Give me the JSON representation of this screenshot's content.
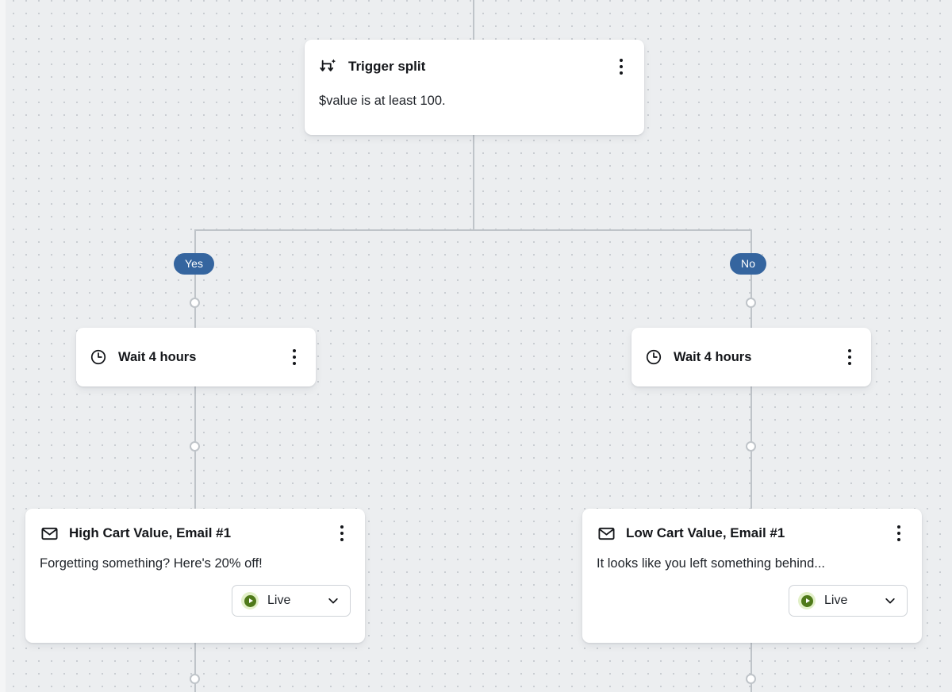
{
  "canvas": {
    "background_color": "#eceef0",
    "dot_color": "#c9cdd2",
    "connector_color": "#bfc4c9"
  },
  "nodes": {
    "trigger_split": {
      "icon": "trigger-split-icon",
      "title": "Trigger split",
      "body": "$value is at least 100."
    },
    "wait_yes": {
      "icon": "clock-icon",
      "title": "Wait 4 hours"
    },
    "wait_no": {
      "icon": "clock-icon",
      "title": "Wait 4 hours"
    },
    "email_yes": {
      "icon": "envelope-icon",
      "title": "High Cart Value, Email #1",
      "body": "Forgetting something? Here's 20% off!",
      "status": {
        "label": "Live",
        "indicator": "play-icon",
        "chevron": "chevron-down-icon",
        "accent_color": "#4f7a1a",
        "halo_color": "#e2f0c8"
      }
    },
    "email_no": {
      "icon": "envelope-icon",
      "title": "Low Cart Value, Email #1",
      "body": "It looks like you left something behind...",
      "status": {
        "label": "Live",
        "indicator": "play-icon",
        "chevron": "chevron-down-icon",
        "accent_color": "#4f7a1a",
        "halo_color": "#e2f0c8"
      }
    }
  },
  "branches": {
    "yes": {
      "label": "Yes",
      "color": "#35659f"
    },
    "no": {
      "label": "No",
      "color": "#35659f"
    }
  },
  "menu": {
    "icon": "kebab-menu-icon"
  }
}
